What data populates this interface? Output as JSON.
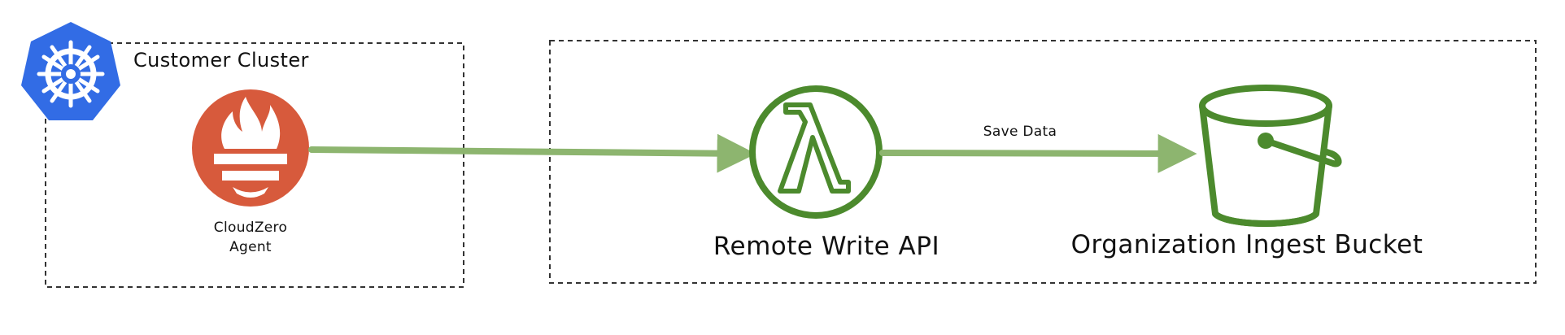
{
  "diagram": {
    "customer_cluster_label": "Customer Cluster",
    "cloudzero_agent_label_line1": "CloudZero",
    "cloudzero_agent_label_line2": "Agent",
    "remote_write_api_label": "Remote Write API",
    "save_data_label": "Save Data",
    "organization_ingest_bucket_label": "Organization Ingest Bucket"
  },
  "colors": {
    "kubernetes_blue": "#326CE5",
    "prometheus_orange": "#D75A3C",
    "aws_green": "#4C8A2D",
    "arrow_green": "#8DB56F",
    "border_gray": "#333333",
    "text_black": "#111111",
    "background": "#FFFFFF"
  },
  "icons": {
    "cluster": "kubernetes-icon",
    "agent": "prometheus-icon",
    "api": "aws-lambda-icon",
    "bucket": "s3-bucket-icon"
  }
}
